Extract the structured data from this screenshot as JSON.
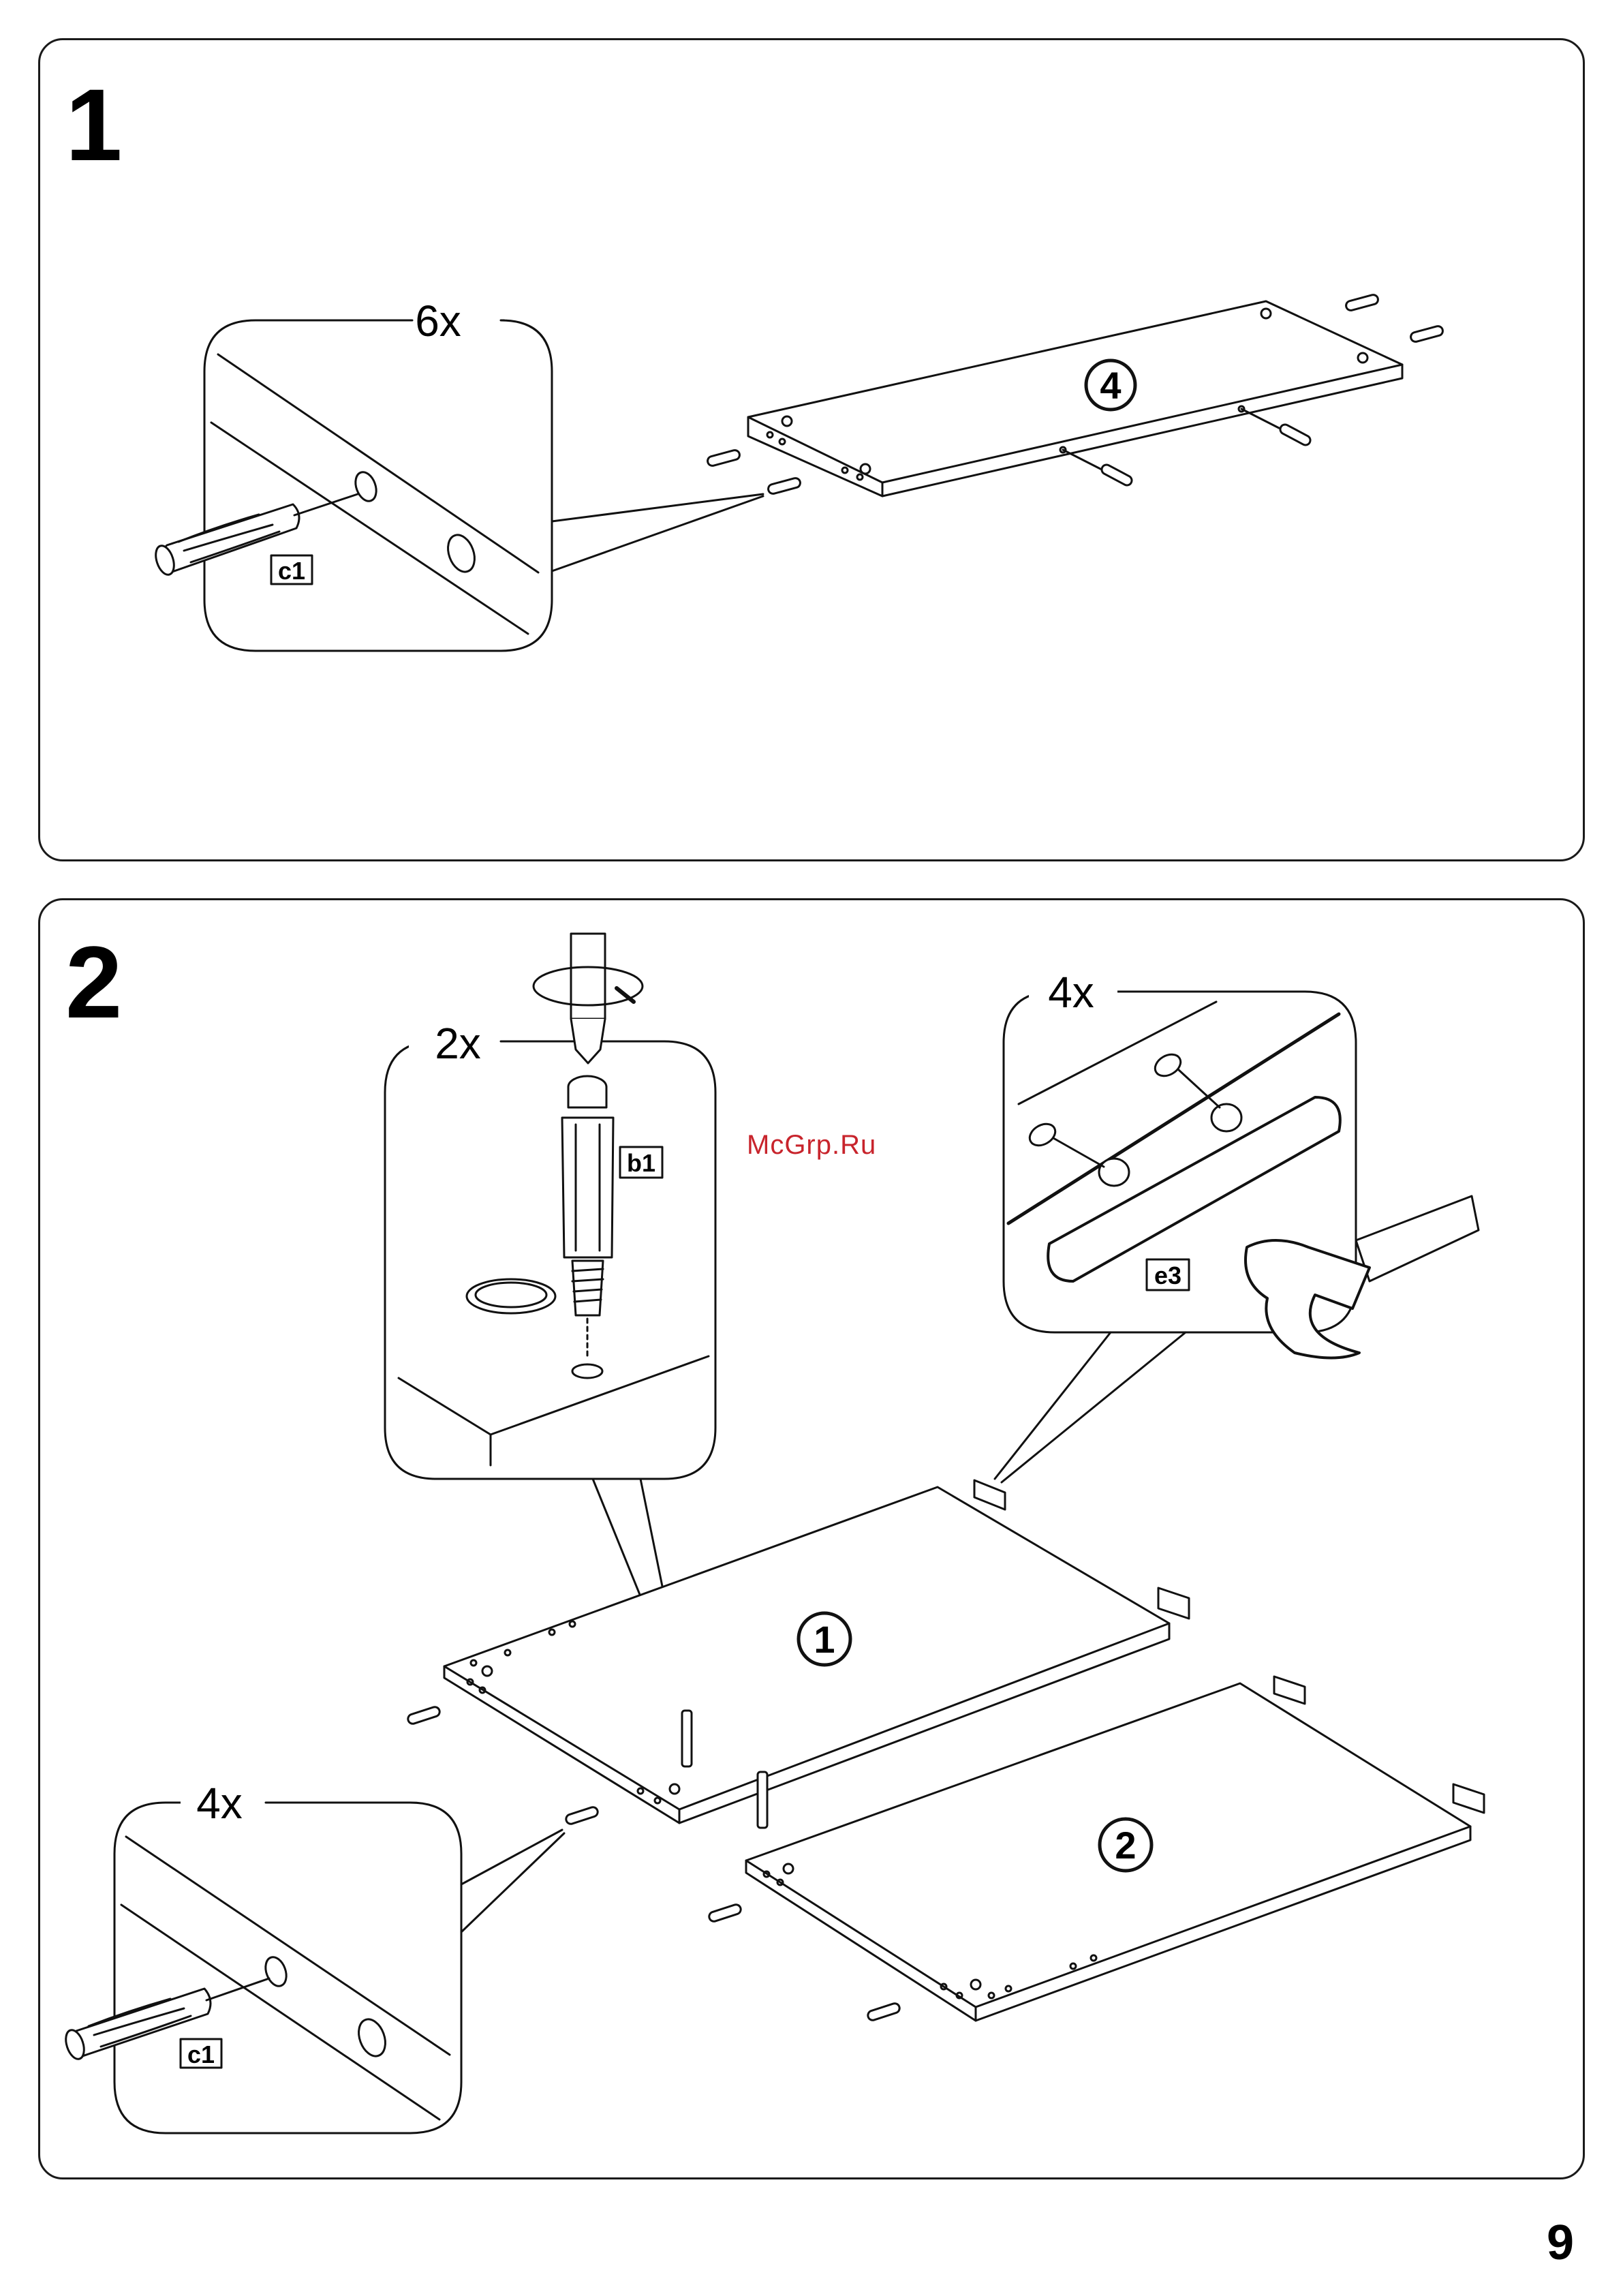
{
  "page": {
    "number": "9",
    "watermark": "McGrp.Ru"
  },
  "step1": {
    "number": "1",
    "callout": {
      "count": "6x",
      "part_code": "c1"
    },
    "panel_label": "4"
  },
  "step2": {
    "number": "2",
    "callout_screw": {
      "count": "2x",
      "part_code": "b1"
    },
    "callout_glide": {
      "count": "4x",
      "part_code": "e3"
    },
    "callout_dowel": {
      "count": "4x",
      "part_code": "c1"
    },
    "panel_labels": [
      "1",
      "2"
    ]
  }
}
